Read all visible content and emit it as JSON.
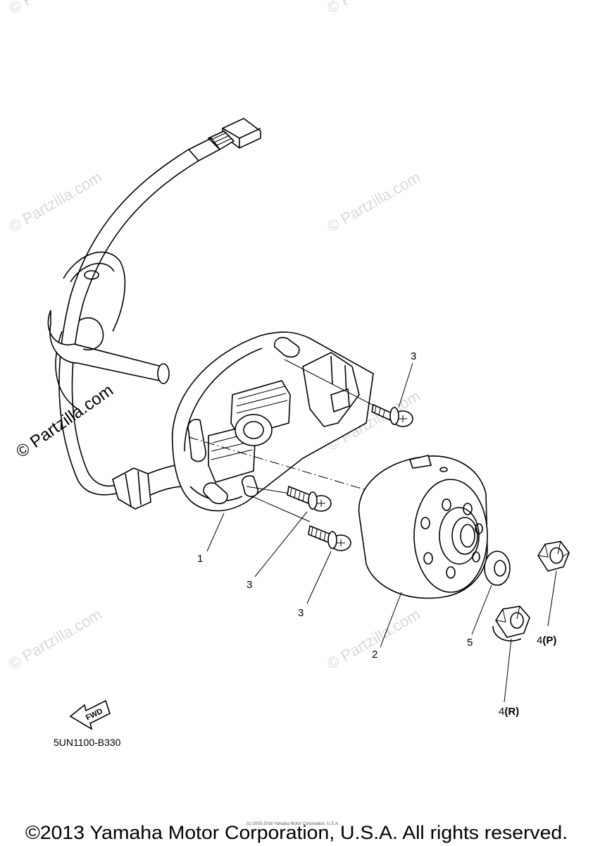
{
  "watermarks": [
    "© Partzilla.com",
    "© Partzilla.com",
    "© Partzilla.com",
    "© Partzilla.com",
    "© Partzilla.com",
    "© Partzilla.com",
    "© Partzilla.com",
    "© Partzilla.com"
  ],
  "callouts": {
    "part1": "1",
    "part2": "2",
    "part3a": "3",
    "part3b": "3",
    "part3c": "3",
    "part4p_num": "4",
    "part4p_suffix": "(P)",
    "part4r_num": "4",
    "part4r_suffix": "(R)",
    "part5": "5"
  },
  "fwd_label": "FWD",
  "diagram_code": "5UN1100-B330",
  "tiny_copyright": "(c) 2005-2016 Yamaha Motor Corporation, U.S.A.",
  "copyright": "©2013 Yamaha Motor Corporation, U.S.A. All rights reserved."
}
